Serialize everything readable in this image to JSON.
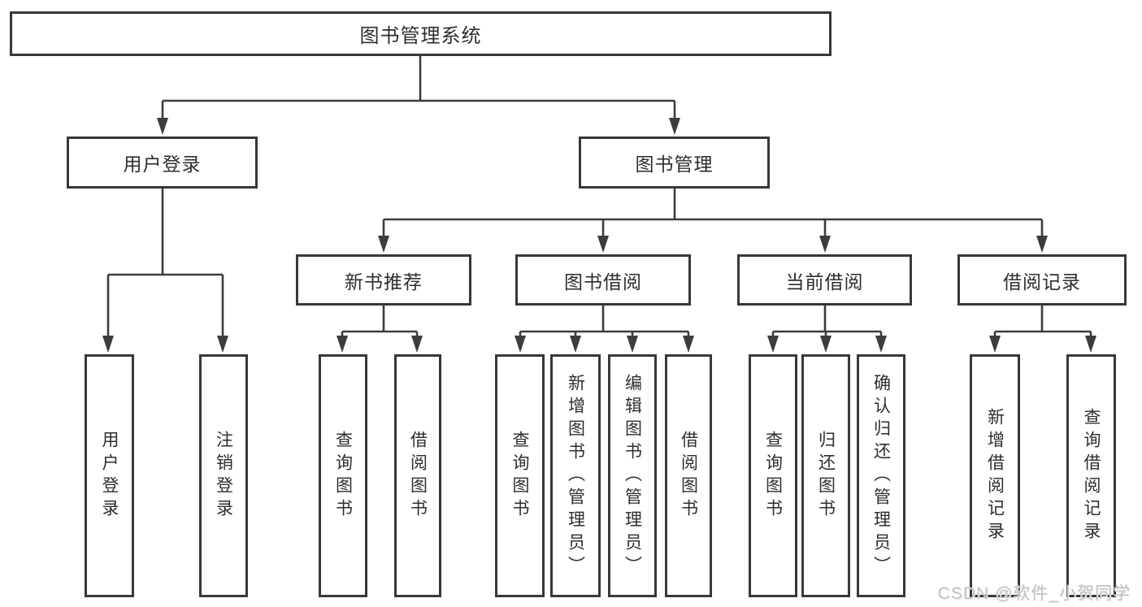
{
  "diagram": {
    "type": "hierarchy-tree",
    "colors": {
      "background": "#ffffff",
      "box_border": "#383838",
      "connector_line": "#3d3d3d",
      "text": "#2e2e2e",
      "watermark": "#c3c3c3"
    },
    "tree": {
      "label": "图书管理系统",
      "children": [
        {
          "label": "用户登录",
          "children": [
            {
              "label": "用户登录"
            },
            {
              "label": "注销登录"
            }
          ]
        },
        {
          "label": "图书管理",
          "children": [
            {
              "label": "新书推荐",
              "children": [
                {
                  "label": "查询图书"
                },
                {
                  "label": "借阅图书"
                }
              ]
            },
            {
              "label": "图书借阅",
              "children": [
                {
                  "label": "查询图书"
                },
                {
                  "label": "新增图书（管理员）"
                },
                {
                  "label": "编辑图书（管理员）"
                },
                {
                  "label": "借阅图书"
                }
              ]
            },
            {
              "label": "当前借阅",
              "children": [
                {
                  "label": "查询图书"
                },
                {
                  "label": "归还图书"
                },
                {
                  "label": "确认归还（管理员）"
                }
              ]
            },
            {
              "label": "借阅记录",
              "children": [
                {
                  "label": "新增借阅记录"
                },
                {
                  "label": "查询借阅记录"
                }
              ]
            }
          ]
        }
      ]
    },
    "watermark": {
      "text": "CSDN @软件_小贺同学"
    }
  }
}
